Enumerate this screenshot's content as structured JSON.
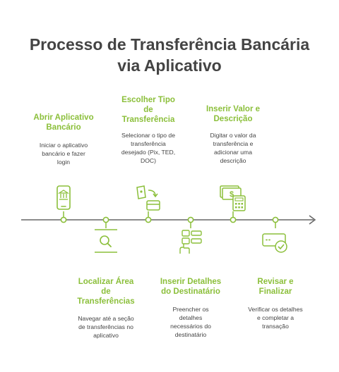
{
  "title": {
    "line1": "Processo de Transferência Bancária",
    "line2": "via Aplicativo"
  },
  "colors": {
    "accent": "#8bbf3a",
    "text": "#444444",
    "line": "#666666"
  },
  "steps": [
    {
      "title": [
        "Abrir Aplicativo",
        "Bancário"
      ],
      "desc": [
        "Iniciar o aplicativo",
        "bancário e fazer",
        "login"
      ],
      "icon": "phone-bank-icon",
      "position": "above"
    },
    {
      "title": [
        "Localizar Área",
        "de",
        "Transferências"
      ],
      "desc": [
        "Navegar até a seção",
        "de transferências no",
        "aplicativo"
      ],
      "icon": "search-icon",
      "position": "below"
    },
    {
      "title": [
        "Escolher Tipo",
        "de",
        "Transferência"
      ],
      "desc": [
        "Selecionar o tipo de",
        "transferência",
        "desejado (Pix, TED,",
        "DOC)"
      ],
      "icon": "transfer-type-icon",
      "position": "above"
    },
    {
      "title": [
        "Inserir Detalhes",
        "do Destinatário"
      ],
      "desc": [
        "Preencher os",
        "detalhes",
        "necessários do",
        "destinatário"
      ],
      "icon": "recipient-details-icon",
      "position": "below"
    },
    {
      "title": [
        "Inserir Valor e",
        "Descrição"
      ],
      "desc": [
        "Digitar o valor da",
        "transferência e",
        "adicionar uma",
        "descrição"
      ],
      "icon": "money-calculator-icon",
      "position": "above"
    },
    {
      "title": [
        "Revisar e",
        "Finalizar"
      ],
      "desc": [
        "Verificar os detalhes",
        "e completar a",
        "transação"
      ],
      "icon": "review-check-icon",
      "position": "below"
    }
  ]
}
